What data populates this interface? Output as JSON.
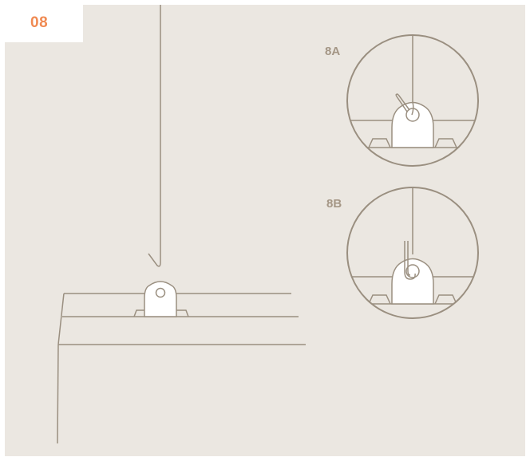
{
  "step": {
    "number": "08"
  },
  "details": [
    {
      "id": "8A",
      "label": "8A"
    },
    {
      "id": "8B",
      "label": "8B"
    }
  ],
  "colors": {
    "panel_background": "#ebe7e1",
    "line": "#9a8f80",
    "step_number": "#f08a52",
    "detail_label": "#a49685"
  }
}
